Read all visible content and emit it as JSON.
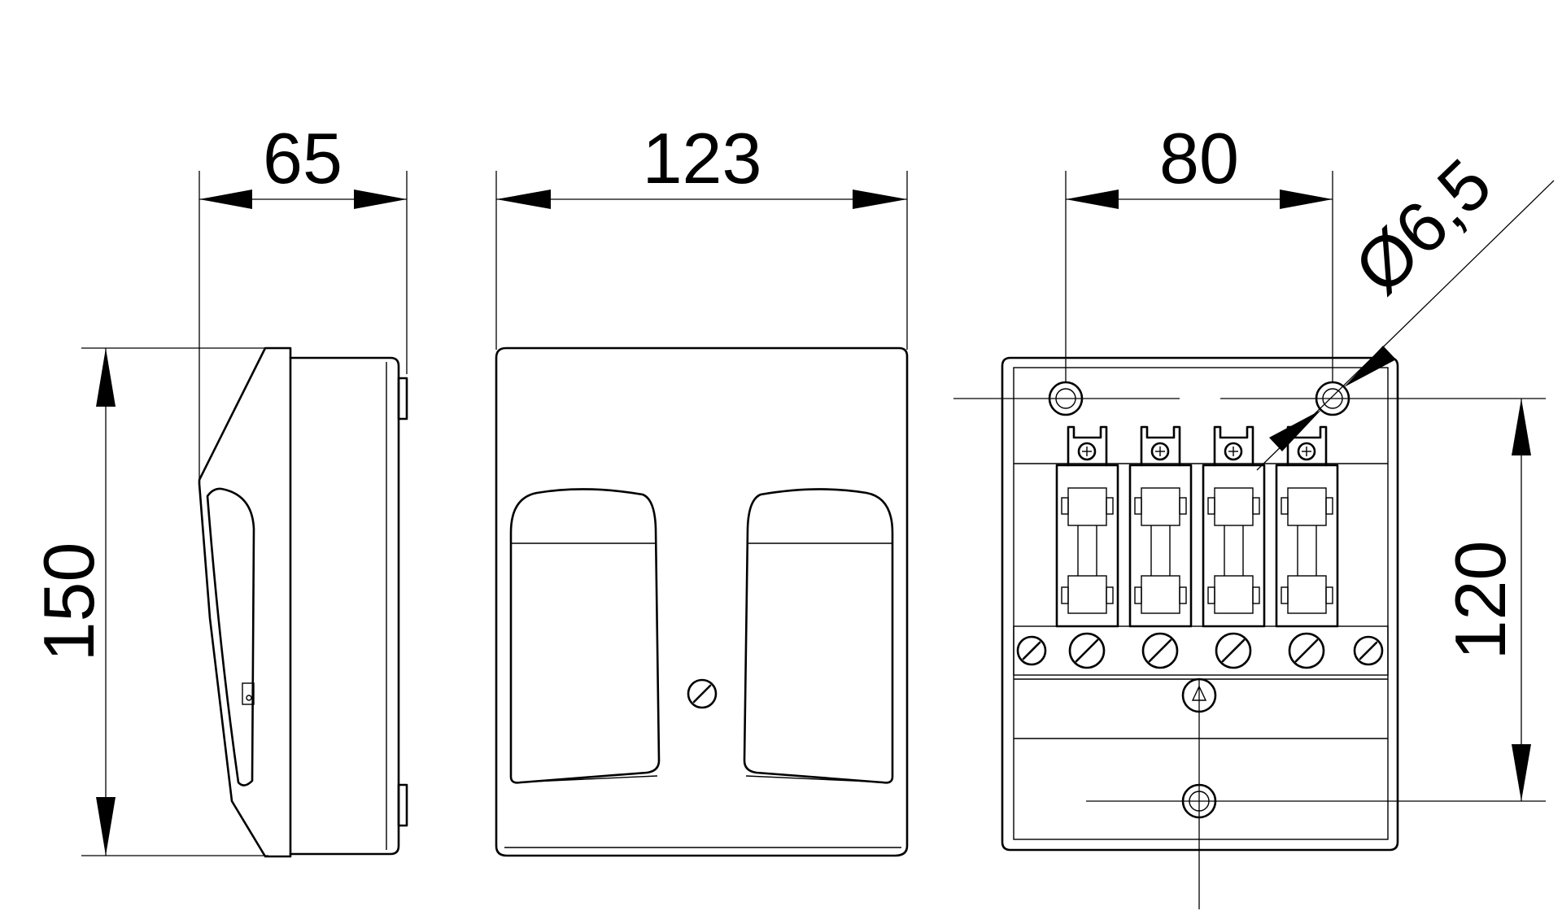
{
  "drawing": {
    "stroke_color": "#000000",
    "background_color": "#ffffff"
  },
  "dimensions": {
    "side_depth": "65",
    "front_width": "123",
    "height": "150",
    "hole_spacing_horizontal": "80",
    "hole_spacing_vertical": "120",
    "hole_diameter": "Ø6,5"
  },
  "views": {
    "side": {
      "icon": "enclosure-side-view"
    },
    "front": {
      "icon": "enclosure-front-cover-view"
    },
    "interior": {
      "icon": "enclosure-open-interior-view"
    }
  }
}
